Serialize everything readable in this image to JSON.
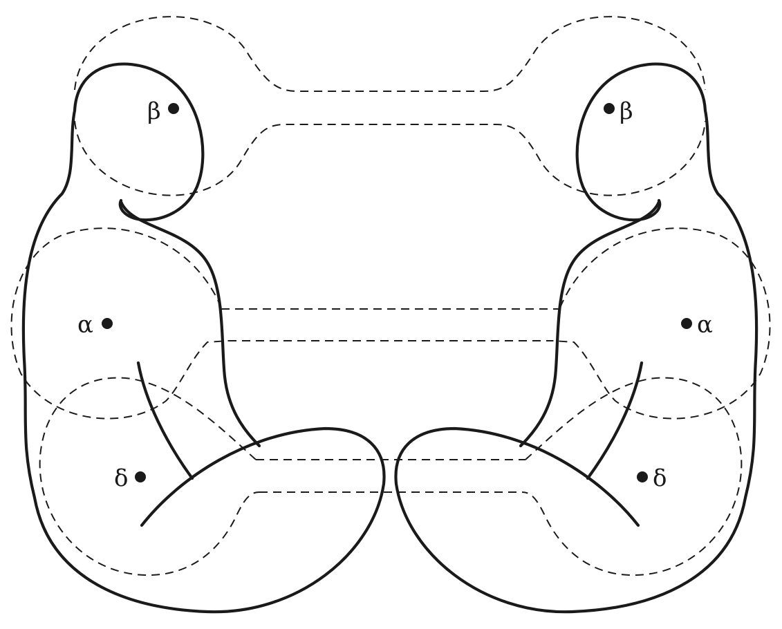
{
  "points": {
    "left": {
      "beta": "β",
      "alpha": "α",
      "delta": "δ"
    },
    "right": {
      "beta": "β",
      "alpha": "α",
      "delta": "δ"
    }
  },
  "colors": {
    "ink": "#1a1a1a",
    "background": "#ffffff"
  }
}
